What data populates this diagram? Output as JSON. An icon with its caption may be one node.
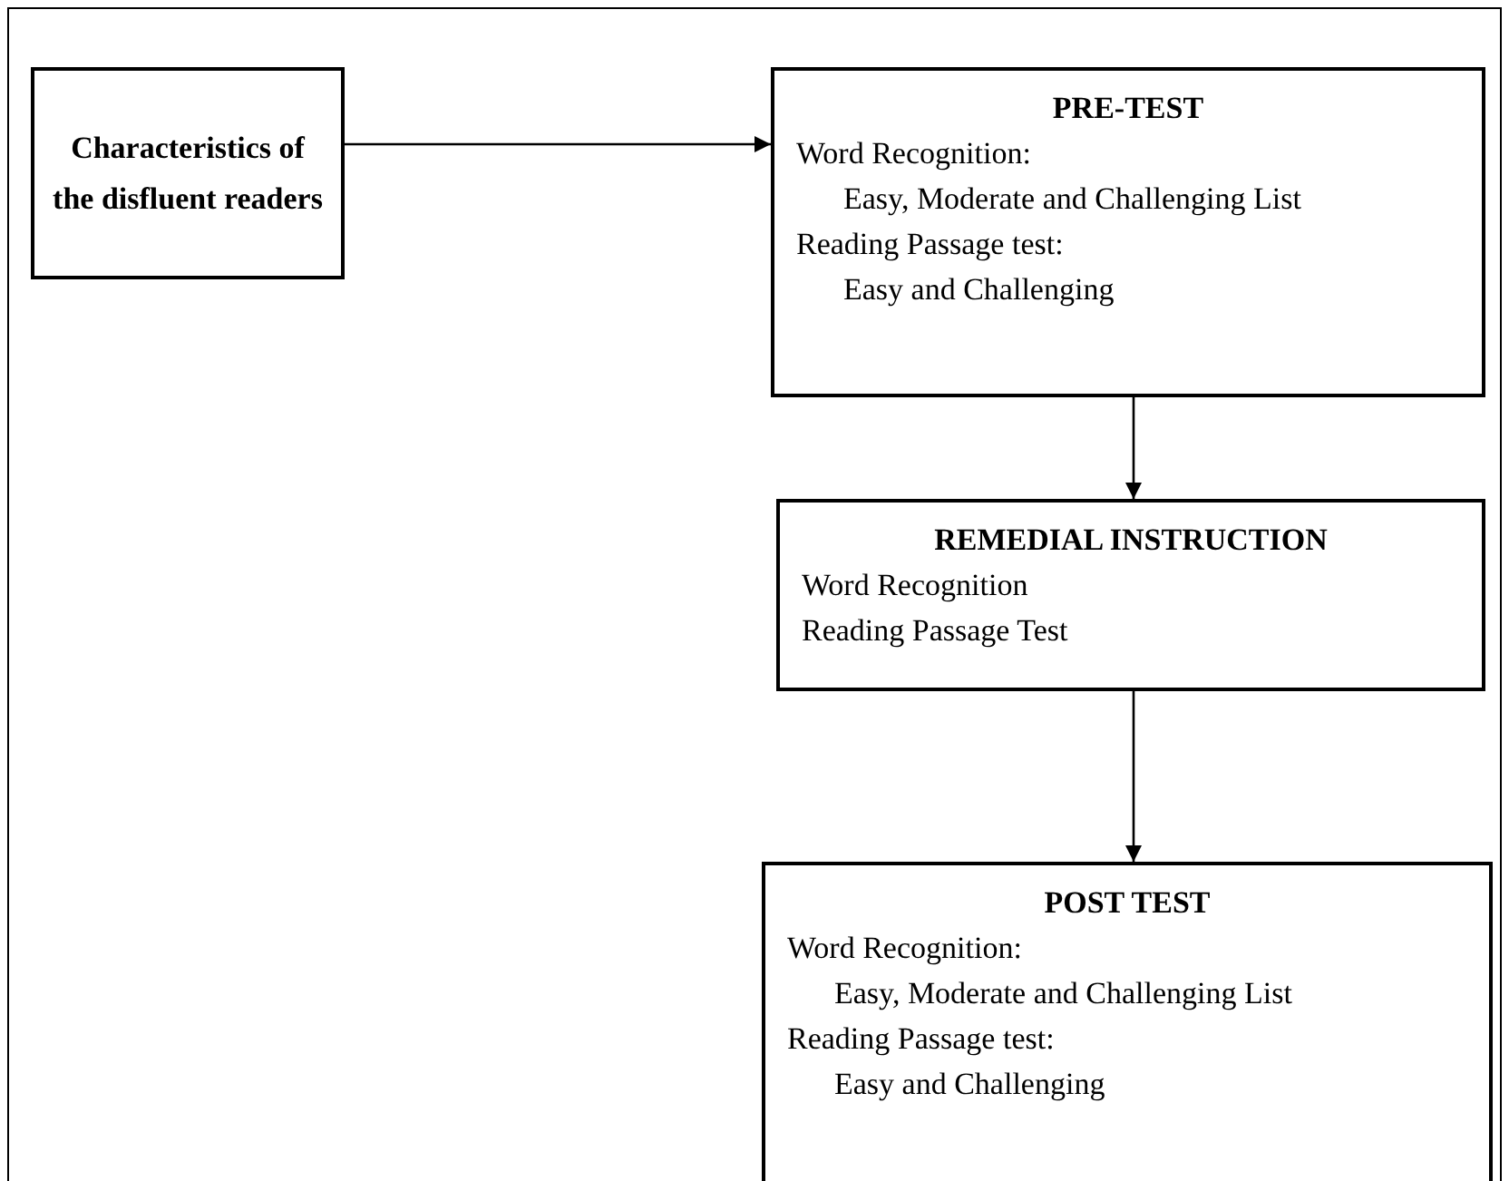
{
  "diagram": {
    "nodes": [
      {
        "text": [
          "Characteristics of the disfluent readers"
        ]
      },
      {
        "text": [
          "PRE-TEST",
          "Word Recognition:",
          "Easy, Moderate and Challenging List",
          "Reading Passage test:",
          "Easy and Challenging"
        ]
      },
      {
        "text": [
          "REMEDIAL INSTRUCTION",
          "Word Recognition",
          "Reading Passage Test"
        ]
      },
      {
        "text": [
          "POST TEST",
          "Word Recognition:",
          "Easy, Moderate and Challenging List",
          "Reading Passage test:",
          "Easy and Challenging"
        ]
      }
    ],
    "edges": [
      {
        "from": 0,
        "to": 1,
        "arrow": "to"
      },
      {
        "from": 1,
        "to": 2,
        "arrow": "to"
      },
      {
        "from": 2,
        "to": 3,
        "arrow": "to"
      }
    ]
  }
}
